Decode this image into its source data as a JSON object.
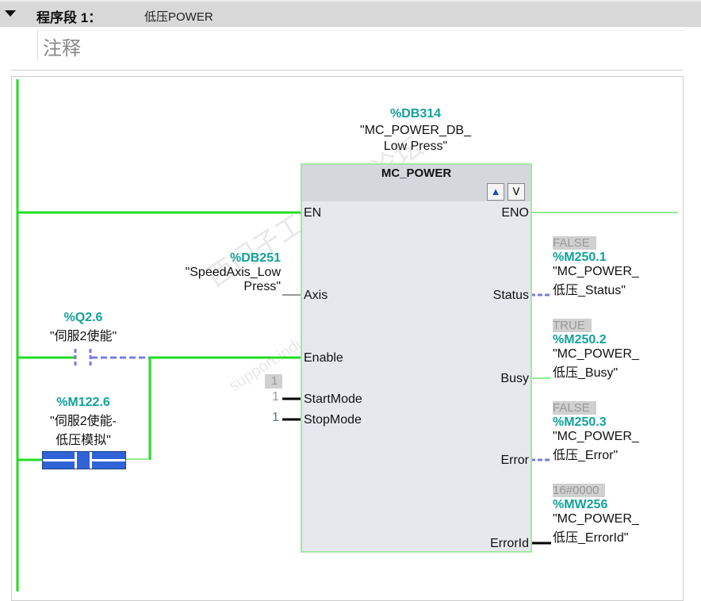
{
  "network": {
    "title": "程序段 1：",
    "name": "低压POWER",
    "comment_placeholder": "注释"
  },
  "block": {
    "instance_addr": "%DB314",
    "instance_name_1": "\"MC_POWER_DB_",
    "instance_name_2": "Low Press\"",
    "type": "MC_POWER",
    "inputs": {
      "en": "EN",
      "axis": "Axis",
      "enable": "Enable",
      "startmode": "StartMode",
      "stopmode": "StopMode"
    },
    "outputs": {
      "eno": "ENO",
      "status": "Status",
      "busy": "Busy",
      "error": "Error",
      "errorid": "ErrorId"
    }
  },
  "axis_param": {
    "addr": "%DB251",
    "name_1": "\"SpeedAxis_Low",
    "name_2": "Press\""
  },
  "contact1": {
    "addr": "%Q2.6",
    "name": "\"伺服2使能\""
  },
  "contact2": {
    "addr": "%M122.6",
    "name_1": "\"伺服2使能-",
    "name_2": "低压模拟\""
  },
  "startmode": {
    "value": "1",
    "monitor": "1"
  },
  "stopmode": {
    "value": "1"
  },
  "out_status": {
    "monitor": "FALSE",
    "addr": "%M250.1",
    "name_1": "\"MC_POWER_",
    "name_2": "低压_Status\""
  },
  "out_busy": {
    "monitor": "TRUE",
    "addr": "%M250.2",
    "name_1": "\"MC_POWER_",
    "name_2": "低压_Busy\""
  },
  "out_error": {
    "monitor": "FALSE",
    "addr": "%M250.3",
    "name_1": "\"MC_POWER_",
    "name_2": "低压_Error\""
  },
  "out_errorid": {
    "monitor": "16#0000",
    "addr": "%MW256",
    "name_1": "\"MC_POWER_",
    "name_2": "低压_ErrorId\""
  },
  "watermark": {
    "line1": "西门子工业 技术论坛",
    "line2": "support.industry.siemens.com/cs"
  },
  "colors": {
    "power_flow": "#22dd22",
    "no_flow": "#7b7bdd",
    "tag": "#12a29a"
  }
}
